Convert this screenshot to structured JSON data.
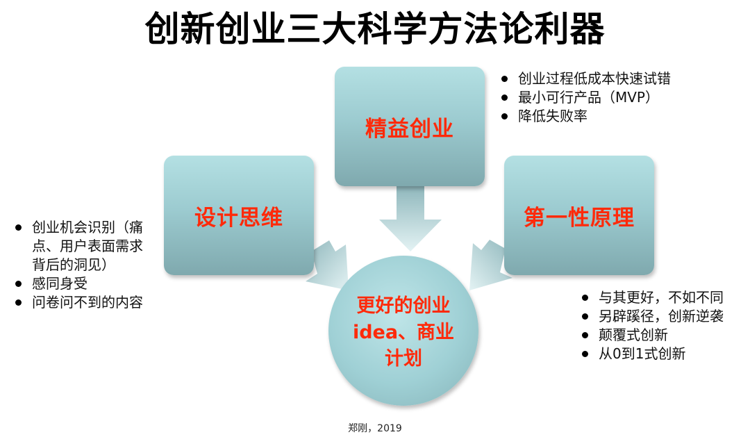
{
  "title": "创新创业三大科学方法论利器",
  "boxes": {
    "lean": "精益创业",
    "design": "设计思维",
    "first": "第一性原理"
  },
  "center": {
    "line1": "更好的创业",
    "line2": "idea、商业",
    "line3": "计划"
  },
  "lean_points": [
    "创业过程低成本快速试错",
    "最小可行产品（MVP）",
    "降低失败率"
  ],
  "design_points": [
    "创业机会识别（痛",
    "点、用户表面需求",
    "背后的洞见）",
    "感同身受",
    "问卷问不到的内容"
  ],
  "first_points": [
    "与其更好，不如不同",
    "另辟蹊径，创新逆袭",
    "颠覆式创新",
    "从0到1式创新"
  ],
  "credit": "郑刚，2019",
  "colors": {
    "label": "#ff2a0a",
    "box_top": "#b4e0e3",
    "box_bottom": "#7fa9ae"
  }
}
